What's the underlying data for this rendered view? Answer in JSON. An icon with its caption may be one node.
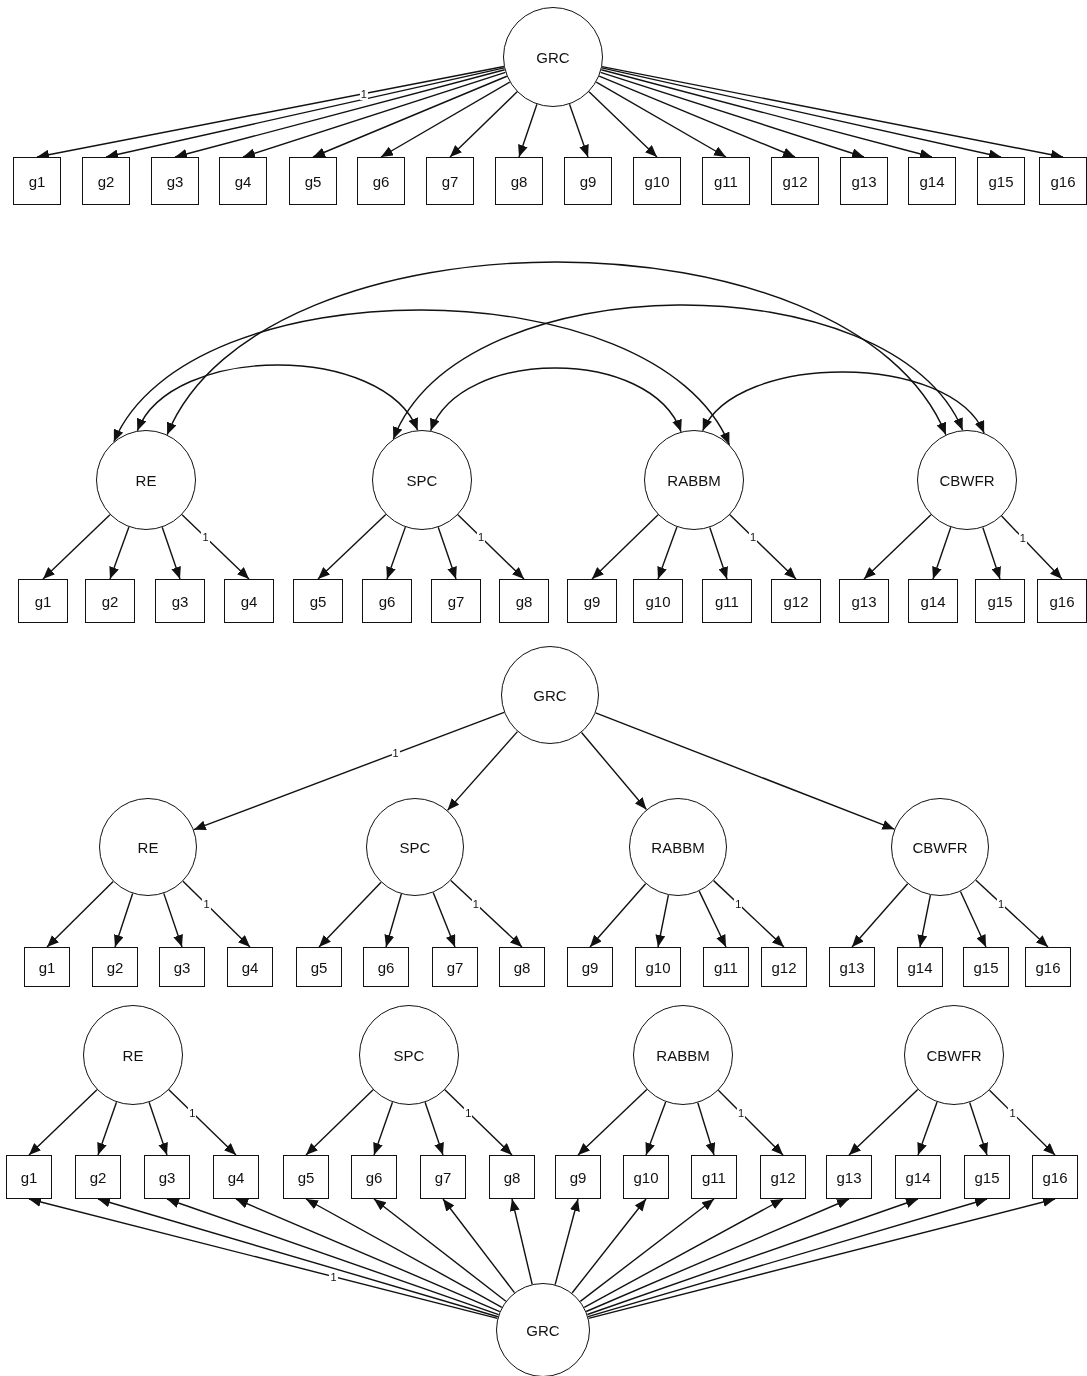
{
  "diagram": {
    "nodes": [
      {
        "text": [
          "GRC"
        ]
      },
      {
        "text": [
          "g1"
        ]
      },
      {
        "text": [
          "g2"
        ]
      },
      {
        "text": [
          "g3"
        ]
      },
      {
        "text": [
          "g4"
        ]
      },
      {
        "text": [
          "g5"
        ]
      },
      {
        "text": [
          "g6"
        ]
      },
      {
        "text": [
          "g7"
        ]
      },
      {
        "text": [
          "g8"
        ]
      },
      {
        "text": [
          "g9"
        ]
      },
      {
        "text": [
          "g10"
        ]
      },
      {
        "text": [
          "g11"
        ]
      },
      {
        "text": [
          "g12"
        ]
      },
      {
        "text": [
          "g13"
        ]
      },
      {
        "text": [
          "g14"
        ]
      },
      {
        "text": [
          "g15"
        ]
      },
      {
        "text": [
          "g16"
        ]
      },
      {
        "text": [
          "RE"
        ]
      },
      {
        "text": [
          "SPC"
        ]
      },
      {
        "text": [
          "RABBM"
        ]
      },
      {
        "text": [
          "CBWFR"
        ]
      },
      {
        "text": [
          "g1"
        ]
      },
      {
        "text": [
          "g2"
        ]
      },
      {
        "text": [
          "g3"
        ]
      },
      {
        "text": [
          "g4"
        ]
      },
      {
        "text": [
          "g5"
        ]
      },
      {
        "text": [
          "g6"
        ]
      },
      {
        "text": [
          "g7"
        ]
      },
      {
        "text": [
          "g8"
        ]
      },
      {
        "text": [
          "g9"
        ]
      },
      {
        "text": [
          "g10"
        ]
      },
      {
        "text": [
          "g11"
        ]
      },
      {
        "text": [
          "g12"
        ]
      },
      {
        "text": [
          "g13"
        ]
      },
      {
        "text": [
          "g14"
        ]
      },
      {
        "text": [
          "g15"
        ]
      },
      {
        "text": [
          "g16"
        ]
      },
      {
        "text": [
          "GRC"
        ]
      },
      {
        "text": [
          "RE"
        ]
      },
      {
        "text": [
          "SPC"
        ]
      },
      {
        "text": [
          "RABBM"
        ]
      },
      {
        "text": [
          "CBWFR"
        ]
      },
      {
        "text": [
          "g1"
        ]
      },
      {
        "text": [
          "g2"
        ]
      },
      {
        "text": [
          "g3"
        ]
      },
      {
        "text": [
          "g4"
        ]
      },
      {
        "text": [
          "g5"
        ]
      },
      {
        "text": [
          "g6"
        ]
      },
      {
        "text": [
          "g7"
        ]
      },
      {
        "text": [
          "g8"
        ]
      },
      {
        "text": [
          "g9"
        ]
      },
      {
        "text": [
          "g10"
        ]
      },
      {
        "text": [
          "g11"
        ]
      },
      {
        "text": [
          "g12"
        ]
      },
      {
        "text": [
          "g13"
        ]
      },
      {
        "text": [
          "g14"
        ]
      },
      {
        "text": [
          "g15"
        ]
      },
      {
        "text": [
          "g16"
        ]
      },
      {
        "text": [
          "RE"
        ]
      },
      {
        "text": [
          "SPC"
        ]
      },
      {
        "text": [
          "RABBM"
        ]
      },
      {
        "text": [
          "CBWFR"
        ]
      },
      {
        "text": [
          "g1"
        ]
      },
      {
        "text": [
          "g2"
        ]
      },
      {
        "text": [
          "g3"
        ]
      },
      {
        "text": [
          "g4"
        ]
      },
      {
        "text": [
          "g5"
        ]
      },
      {
        "text": [
          "g6"
        ]
      },
      {
        "text": [
          "g7"
        ]
      },
      {
        "text": [
          "g8"
        ]
      },
      {
        "text": [
          "g9"
        ]
      },
      {
        "text": [
          "g10"
        ]
      },
      {
        "text": [
          "g11"
        ]
      },
      {
        "text": [
          "g12"
        ]
      },
      {
        "text": [
          "g13"
        ]
      },
      {
        "text": [
          "g14"
        ]
      },
      {
        "text": [
          "g15"
        ]
      },
      {
        "text": [
          "g16"
        ]
      },
      {
        "text": [
          "GRC"
        ]
      }
    ],
    "edges": [
      {
        "from": 0,
        "to": 1,
        "arrow": "to",
        "label": "1"
      },
      {
        "from": 0,
        "to": 2,
        "arrow": "to"
      },
      {
        "from": 0,
        "to": 3,
        "arrow": "to"
      },
      {
        "from": 0,
        "to": 4,
        "arrow": "to"
      },
      {
        "from": 0,
        "to": 5,
        "arrow": "to"
      },
      {
        "from": 0,
        "to": 6,
        "arrow": "to"
      },
      {
        "from": 0,
        "to": 7,
        "arrow": "to"
      },
      {
        "from": 0,
        "to": 8,
        "arrow": "to"
      },
      {
        "from": 0,
        "to": 9,
        "arrow": "to"
      },
      {
        "from": 0,
        "to": 10,
        "arrow": "to"
      },
      {
        "from": 0,
        "to": 11,
        "arrow": "to"
      },
      {
        "from": 0,
        "to": 12,
        "arrow": "to"
      },
      {
        "from": 0,
        "to": 13,
        "arrow": "to"
      },
      {
        "from": 0,
        "to": 14,
        "arrow": "to"
      },
      {
        "from": 0,
        "to": 15,
        "arrow": "to"
      },
      {
        "from": 0,
        "to": 16,
        "arrow": "to"
      },
      {
        "from": 17,
        "to": 21,
        "arrow": "to"
      },
      {
        "from": 17,
        "to": 22,
        "arrow": "to"
      },
      {
        "from": 17,
        "to": 23,
        "arrow": "to"
      },
      {
        "from": 17,
        "to": 24,
        "arrow": "to",
        "label": "1"
      },
      {
        "from": 18,
        "to": 25,
        "arrow": "to"
      },
      {
        "from": 18,
        "to": 26,
        "arrow": "to"
      },
      {
        "from": 18,
        "to": 27,
        "arrow": "to"
      },
      {
        "from": 18,
        "to": 28,
        "arrow": "to",
        "label": "1"
      },
      {
        "from": 19,
        "to": 29,
        "arrow": "to"
      },
      {
        "from": 19,
        "to": 30,
        "arrow": "to"
      },
      {
        "from": 19,
        "to": 31,
        "arrow": "to"
      },
      {
        "from": 19,
        "to": 32,
        "arrow": "to",
        "label": "1"
      },
      {
        "from": 20,
        "to": 33,
        "arrow": "to"
      },
      {
        "from": 20,
        "to": 34,
        "arrow": "to"
      },
      {
        "from": 20,
        "to": 35,
        "arrow": "to"
      },
      {
        "from": 20,
        "to": 36,
        "arrow": "to",
        "label": "1"
      },
      {
        "from": 17,
        "to": 18,
        "arrow": "both"
      },
      {
        "from": 17,
        "to": 19,
        "arrow": "both"
      },
      {
        "from": 17,
        "to": 20,
        "arrow": "both"
      },
      {
        "from": 18,
        "to": 19,
        "arrow": "both"
      },
      {
        "from": 18,
        "to": 20,
        "arrow": "both"
      },
      {
        "from": 19,
        "to": 20,
        "arrow": "both"
      },
      {
        "from": 37,
        "to": 38,
        "arrow": "to",
        "label": "1"
      },
      {
        "from": 37,
        "to": 39,
        "arrow": "to"
      },
      {
        "from": 37,
        "to": 40,
        "arrow": "to"
      },
      {
        "from": 37,
        "to": 41,
        "arrow": "to"
      },
      {
        "from": 38,
        "to": 42,
        "arrow": "to"
      },
      {
        "from": 38,
        "to": 43,
        "arrow": "to"
      },
      {
        "from": 38,
        "to": 44,
        "arrow": "to"
      },
      {
        "from": 38,
        "to": 45,
        "arrow": "to",
        "label": "1"
      },
      {
        "from": 39,
        "to": 46,
        "arrow": "to"
      },
      {
        "from": 39,
        "to": 47,
        "arrow": "to"
      },
      {
        "from": 39,
        "to": 48,
        "arrow": "to"
      },
      {
        "from": 39,
        "to": 49,
        "arrow": "to",
        "label": "1"
      },
      {
        "from": 40,
        "to": 50,
        "arrow": "to"
      },
      {
        "from": 40,
        "to": 51,
        "arrow": "to"
      },
      {
        "from": 40,
        "to": 52,
        "arrow": "to"
      },
      {
        "from": 40,
        "to": 53,
        "arrow": "to",
        "label": "1"
      },
      {
        "from": 41,
        "to": 54,
        "arrow": "to"
      },
      {
        "from": 41,
        "to": 55,
        "arrow": "to"
      },
      {
        "from": 41,
        "to": 56,
        "arrow": "to"
      },
      {
        "from": 41,
        "to": 57,
        "arrow": "to",
        "label": "1"
      },
      {
        "from": 58,
        "to": 62,
        "arrow": "to"
      },
      {
        "from": 58,
        "to": 63,
        "arrow": "to"
      },
      {
        "from": 58,
        "to": 64,
        "arrow": "to"
      },
      {
        "from": 58,
        "to": 65,
        "arrow": "to",
        "label": "1"
      },
      {
        "from": 59,
        "to": 66,
        "arrow": "to"
      },
      {
        "from": 59,
        "to": 67,
        "arrow": "to"
      },
      {
        "from": 59,
        "to": 68,
        "arrow": "to"
      },
      {
        "from": 59,
        "to": 69,
        "arrow": "to",
        "label": "1"
      },
      {
        "from": 60,
        "to": 70,
        "arrow": "to"
      },
      {
        "from": 60,
        "to": 71,
        "arrow": "to"
      },
      {
        "from": 60,
        "to": 72,
        "arrow": "to"
      },
      {
        "from": 60,
        "to": 73,
        "arrow": "to",
        "label": "1"
      },
      {
        "from": 61,
        "to": 74,
        "arrow": "to"
      },
      {
        "from": 61,
        "to": 75,
        "arrow": "to"
      },
      {
        "from": 61,
        "to": 76,
        "arrow": "to"
      },
      {
        "from": 61,
        "to": 77,
        "arrow": "to",
        "label": "1"
      },
      {
        "from": 78,
        "to": 62,
        "arrow": "to",
        "label": "1"
      },
      {
        "from": 78,
        "to": 63,
        "arrow": "to"
      },
      {
        "from": 78,
        "to": 64,
        "arrow": "to"
      },
      {
        "from": 78,
        "to": 65,
        "arrow": "to"
      },
      {
        "from": 78,
        "to": 66,
        "arrow": "to"
      },
      {
        "from": 78,
        "to": 67,
        "arrow": "to"
      },
      {
        "from": 78,
        "to": 68,
        "arrow": "to"
      },
      {
        "from": 78,
        "to": 69,
        "arrow": "to"
      },
      {
        "from": 78,
        "to": 70,
        "arrow": "to"
      },
      {
        "from": 78,
        "to": 71,
        "arrow": "to"
      },
      {
        "from": 78,
        "to": 72,
        "arrow": "to"
      },
      {
        "from": 78,
        "to": 73,
        "arrow": "to"
      },
      {
        "from": 78,
        "to": 74,
        "arrow": "to"
      },
      {
        "from": 78,
        "to": 75,
        "arrow": "to"
      },
      {
        "from": 78,
        "to": 76,
        "arrow": "to"
      },
      {
        "from": 78,
        "to": 77,
        "arrow": "to"
      }
    ]
  }
}
